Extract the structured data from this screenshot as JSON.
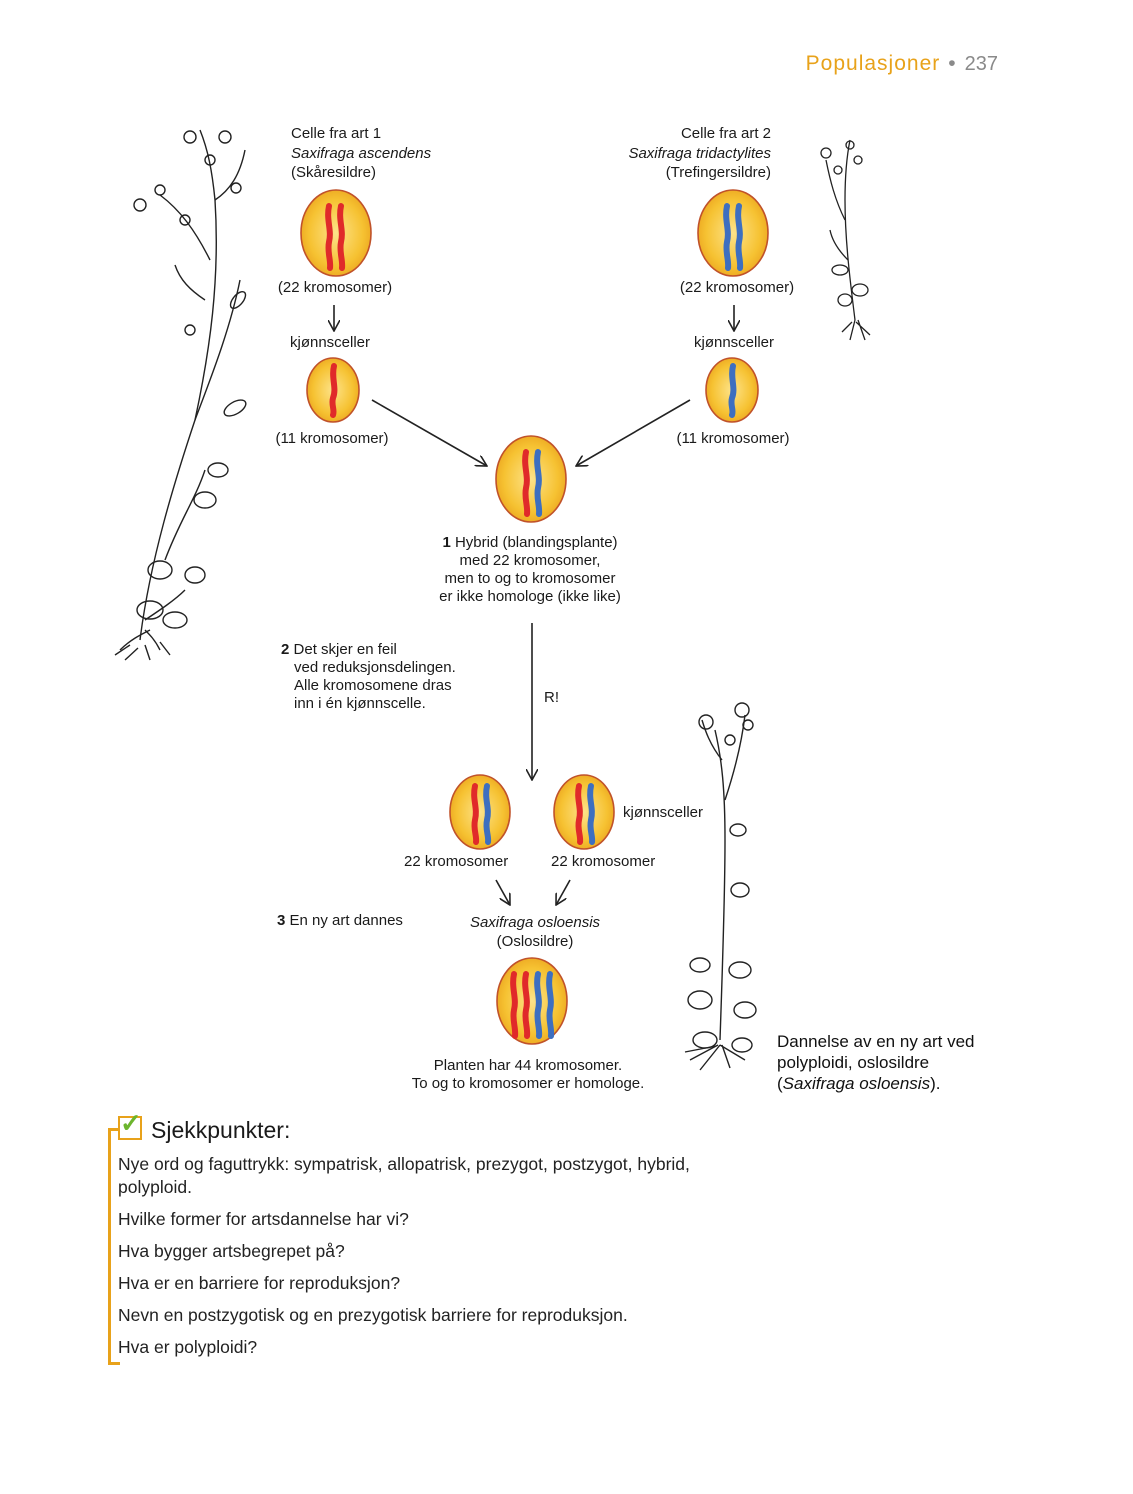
{
  "header": {
    "section": "Populasjoner",
    "separator": "•",
    "page_number": "237"
  },
  "diagram": {
    "parent1": {
      "line1": "Celle fra art 1",
      "species": "Saxifraga ascendens",
      "common": "(Skåresildre)",
      "chromosomes": "(22 kromosomer)",
      "gamete_label": "kjønnsceller",
      "gamete_chromosomes": "(11 kromosomer)"
    },
    "parent2": {
      "line1": "Celle fra art 2",
      "species": "Saxifraga tridactylites",
      "common": "(Trefingersildre)",
      "chromosomes": "(22 kromosomer)",
      "gamete_label": "kjønnsceller",
      "gamete_chromosomes": "(11 kromosomer)"
    },
    "hybrid": {
      "number": "1",
      "line1": "Hybrid (blandingsplante)",
      "line2": "med 22 kromosomer,",
      "line3": "men to og to kromosomer",
      "line4": "er ikke homologe (ikke like)"
    },
    "step2": {
      "number": "2",
      "line1": "Det skjer en feil",
      "line2": "ved reduksjonsdelingen.",
      "line3": "Alle kromosomene dras",
      "line4": "inn i én kjønnscelle."
    },
    "arrow_label": "R!",
    "gametes": {
      "label": "kjønnsceller",
      "left_count": "22 kromosomer",
      "right_count": "22 kromosomer"
    },
    "step3": {
      "number": "3",
      "text": "En ny art dannes"
    },
    "new_species": {
      "name": "Saxifraga osloensis",
      "common": "(Oslosildre)",
      "line1": "Planten har 44 kromosomer.",
      "line2": "To og to kromosomer er homologe."
    }
  },
  "caption": {
    "line1": "Dannelse av en ny art ved",
    "line2": "polyploidi, oslosildre",
    "open": "(",
    "species": "Saxifraga osloensis",
    "close": ")."
  },
  "checkpoints": {
    "title": "Sjekkpunkter:",
    "items": [
      "Nye ord og faguttrykk: sympatrisk, allopatrisk, prezygot, postzygot, hybrid, polyploid.",
      "Hvilke former for artsdannelse har vi?",
      "Hva bygger artsbegrepet på?",
      "Hva er en barriere for reproduksjon?",
      "Nevn en postzygotisk og en prezygotisk barriere for reproduksjon.",
      "Hva er polyploidi?"
    ]
  },
  "colors": {
    "accent": "#e8a21a",
    "chromosome_red": "#e02a2a",
    "chromosome_blue": "#3d6fc0",
    "cell_fill": "#f6c232",
    "cell_border": "#c0522a",
    "check": "#6cb52d"
  }
}
